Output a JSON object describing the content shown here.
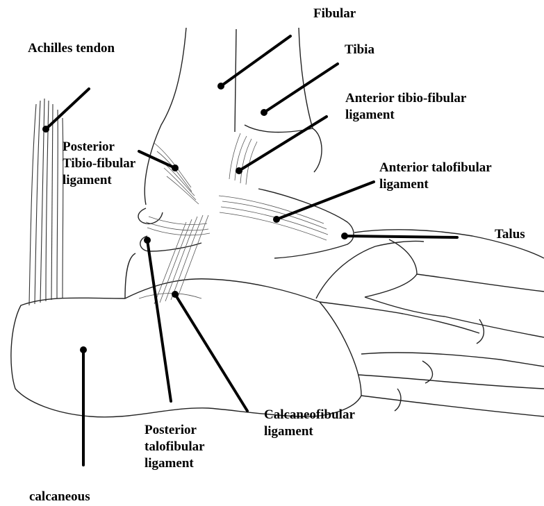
{
  "labels": {
    "fibular": "Fibular",
    "achilles": "Achilles tendon",
    "tibia": "Tibia",
    "ant_tib_fib_1": "Anterior tibio-fibular",
    "ant_tib_fib_2": "ligament",
    "post_tib_fib_1": "Posterior",
    "post_tib_fib_2": "Tibio-fibular",
    "post_tib_fib_3": "ligament",
    "ant_talofib_1": "Anterior talofibular",
    "ant_talofib_2": "ligament",
    "talus": "Talus",
    "calcaneofib_1": "Calcaneofibular",
    "calcaneofib_2": "ligament",
    "post_talofib_1": "Posterior",
    "post_talofib_2": "talofibular",
    "post_talofib_3": "ligament",
    "calcaneous": "calcaneous"
  }
}
